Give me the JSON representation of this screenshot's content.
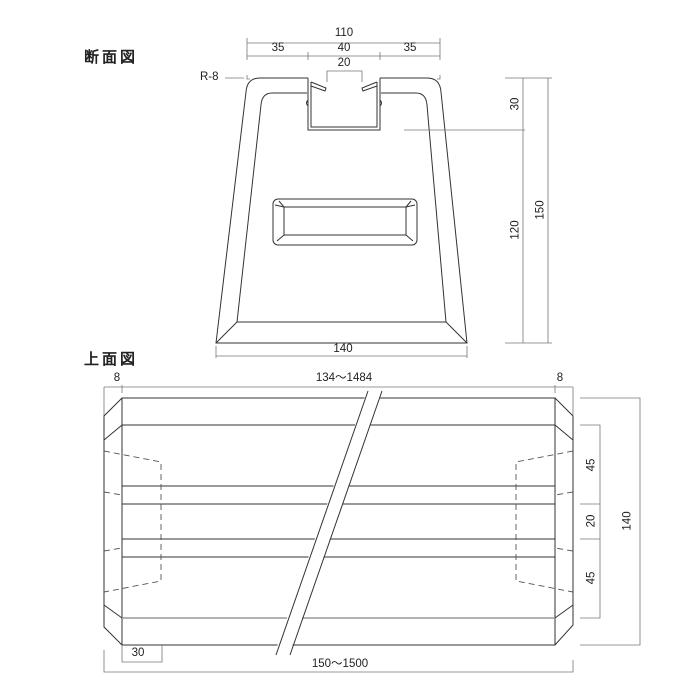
{
  "section_view": {
    "title": "断面図",
    "dims": {
      "overall_width_top": "110",
      "left_flange": "35",
      "slot_width": "40",
      "right_flange": "35",
      "slot_opening": "20",
      "corner_radius": "R-8",
      "slot_depth": "30",
      "body_height_below_slot": "120",
      "overall_height": "150",
      "base_width": "140"
    }
  },
  "plan_view": {
    "title": "上面図",
    "dims": {
      "left_chamfer": "8",
      "inner_length": "134〜1484",
      "right_chamfer": "8",
      "end_recess": "30",
      "overall_length": "150〜1500",
      "groove_side_top": "45",
      "groove_center": "20",
      "groove_side_bottom": "45",
      "overall_width": "140"
    }
  },
  "colors": {
    "line": "#333333",
    "dim_line": "#777777",
    "background": "#ffffff"
  }
}
